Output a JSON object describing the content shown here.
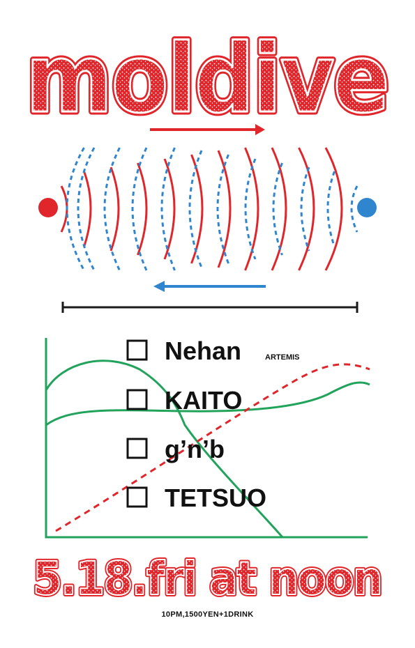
{
  "poster": {
    "title": "moldive",
    "date_line": "5.18.fri at noon",
    "info": "10PM,1500YEN+1DRINK"
  },
  "lineup": [
    {
      "name": "Nehan",
      "sub": "ARTEMIS",
      "checked": false
    },
    {
      "name": "KAITO",
      "sub": "",
      "checked": false
    },
    {
      "name": "g’n’b",
      "sub": "",
      "checked": false
    },
    {
      "name": "TETSUO",
      "sub": "",
      "checked": false
    }
  ],
  "colors": {
    "red": "#e0262b",
    "blue": "#2f86cf",
    "green": "#22a35c",
    "black": "#1a1a1a",
    "background": "#ffffff"
  },
  "icons": [
    "arrow-right-icon",
    "arrow-left-icon",
    "red-dot-icon",
    "blue-dot-icon",
    "checkbox-icon"
  ]
}
